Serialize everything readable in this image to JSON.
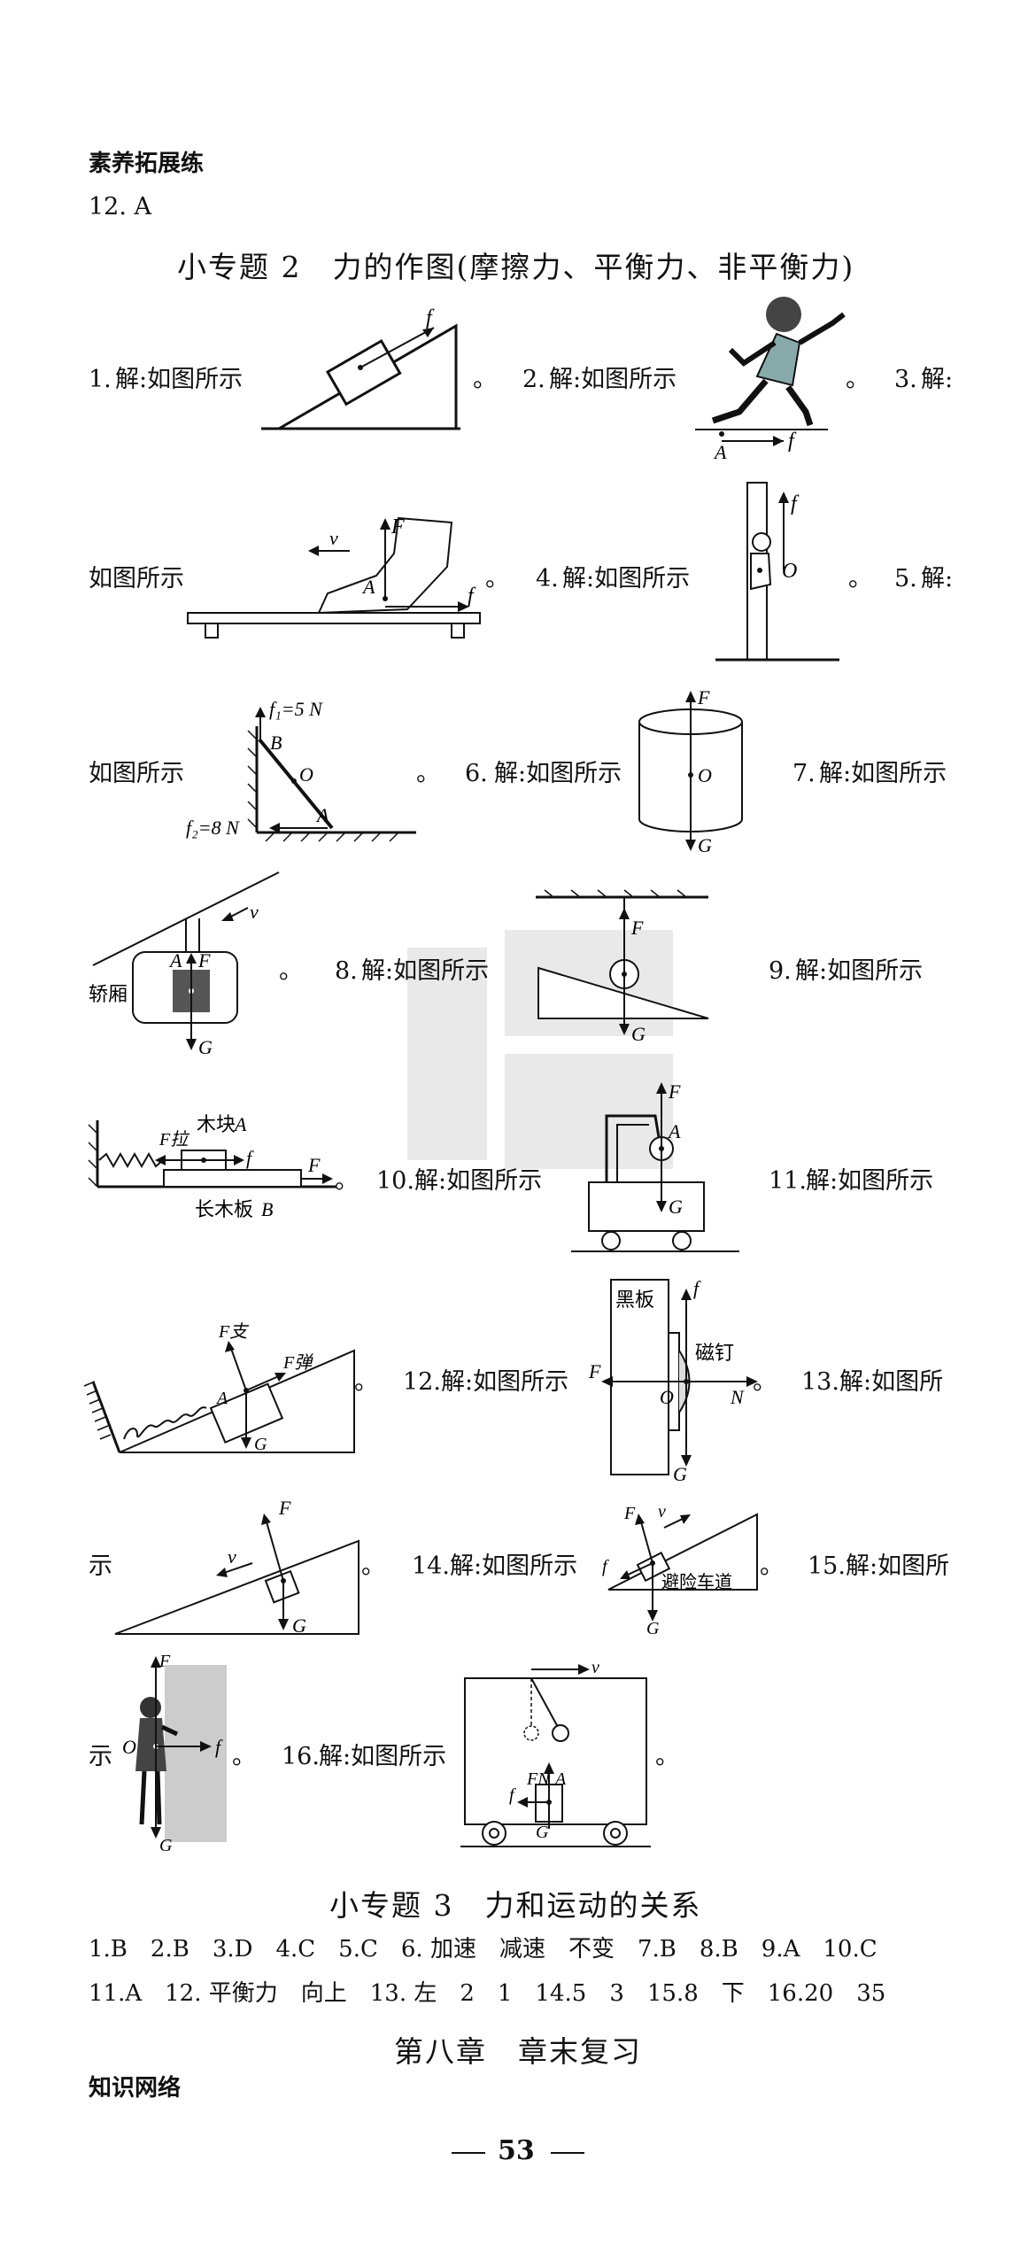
{
  "section_head": "素养拓展练",
  "answer_12": "12. A",
  "topic2_title": "小专题 2　力的作图(摩擦力、平衡力、非平衡力)",
  "solve": "解:如图所示",
  "q": {
    "q1": "1.",
    "q2": "2.",
    "q3": "3.",
    "q4": "4.",
    "q5": "5.",
    "q6": "6.",
    "q7": "7.",
    "q8": "8.",
    "q9": "9.",
    "q10": "10.",
    "q11": "11.",
    "q12": "12.",
    "q13": "13.",
    "q14": "14.",
    "q15": "15.",
    "q16": "16."
  },
  "fragments": {
    "jie": "解:",
    "rutu": "如图所示",
    "rutu_suo": "解:如图所",
    "shi": "示",
    "period": "。"
  },
  "labels": {
    "f": "f",
    "A": "A",
    "B": "B",
    "O": "O",
    "F": "F",
    "G": "G",
    "v": "v",
    "N": "N",
    "f1": "f₁=5 N",
    "f2": "f₂=8 N",
    "jiaoxiang": "轿厢",
    "mukuai": "木块",
    "changmuban": "长木板",
    "F_la": "F拉",
    "F_zhi": "F支",
    "F_tan": "F弹",
    "heiban": "黑板",
    "ciding": "磁钉",
    "bixian": "避险车道",
    "FN": "FN"
  },
  "topic3_title": "小专题 3　力和运动的关系",
  "topic3_line1": "1.B　2.B　3.D　4.C　5.C　6. 加速　减速　不变　7.B　8.B　9.A　10.C",
  "topic3_line2": "11.A　12. 平衡力　向上　13. 左　2　1　14.5　3　15.8　下　16.20　35",
  "chapter_title": "第八章　章末复习",
  "knowledge": "知识网络",
  "page_number": "53"
}
